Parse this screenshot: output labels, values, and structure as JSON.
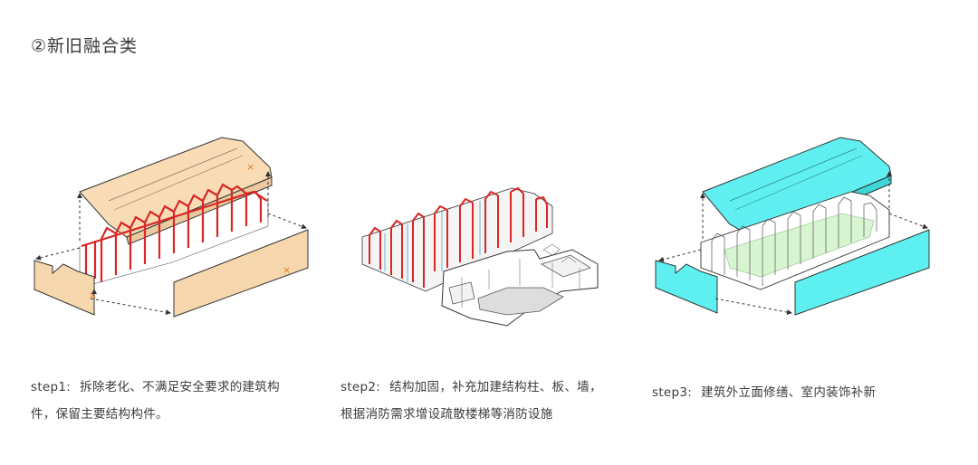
{
  "title": "②新旧融合类",
  "colors": {
    "roof_warm": "#f9dcb6",
    "wall_warm": "#f7d7ad",
    "frame_red": "#d92624",
    "roof_cyan": "#60eff0",
    "wall_cyan": "#5ef0f0",
    "insert_green": "#d8f5d2",
    "outline": "#333333"
  },
  "steps": [
    {
      "label": "step1:",
      "lines": [
        "拆除老化、不满足安全要求的建筑构",
        "件，保留主要结构构件。"
      ]
    },
    {
      "label": "step2:",
      "lines": [
        "结构加固，补充加建结构柱、板、墙，",
        "根据消防需求增设疏散楼梯等消防设施"
      ]
    },
    {
      "label": "step3:",
      "lines": [
        "建筑外立面修缮、室内装饰补新"
      ]
    }
  ]
}
